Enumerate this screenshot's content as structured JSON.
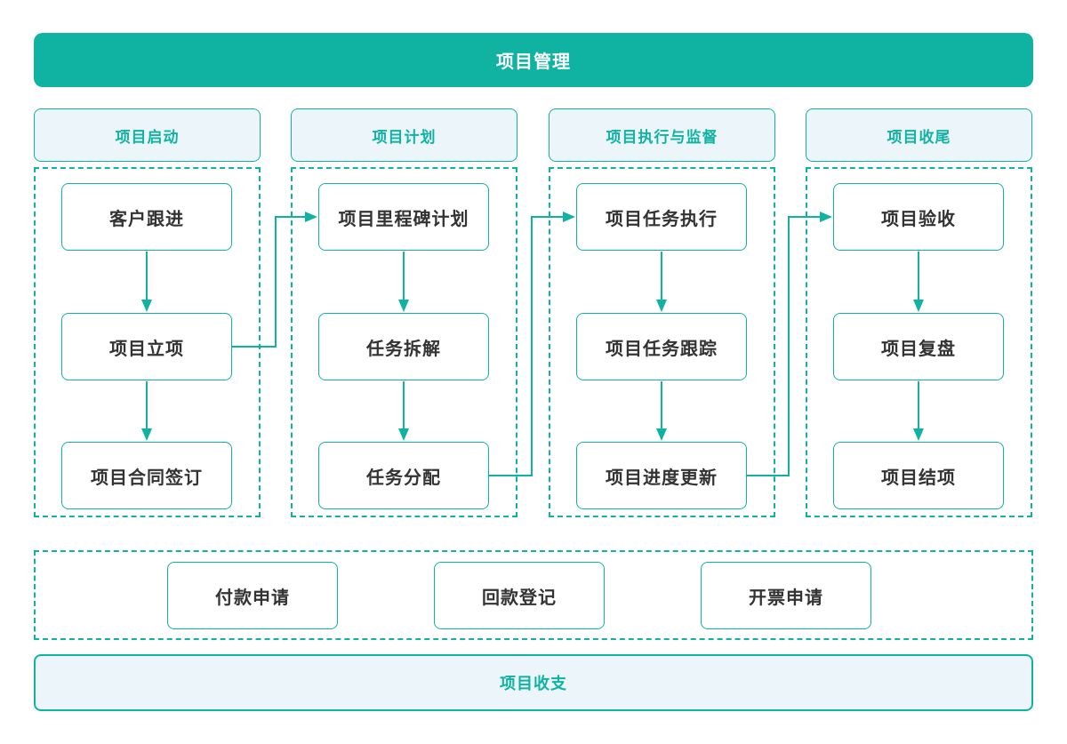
{
  "title": "项目管理",
  "footer": "项目收支",
  "colors": {
    "accent": "#10B2A2",
    "light": "#ECF6FA",
    "ink": "#333333"
  },
  "columns": [
    {
      "header": "项目启动",
      "steps": [
        "客户跟进",
        "项目立项",
        "项目合同签订"
      ]
    },
    {
      "header": "项目计划",
      "steps": [
        "项目里程碑计划",
        "任务拆解",
        "任务分配"
      ]
    },
    {
      "header": "项目执行与监督",
      "steps": [
        "项目任务执行",
        "项目任务跟踪",
        "项目进度更新"
      ]
    },
    {
      "header": "项目收尾",
      "steps": [
        "项目验收",
        "项目复盘",
        "项目结项"
      ]
    }
  ],
  "finance_items": [
    "付款申请",
    "回款登记",
    "开票申请"
  ],
  "connections": [
    "项目立项 → 项目里程碑计划",
    "任务分配 → 项目任务执行",
    "项目进度更新 → 项目验收"
  ]
}
